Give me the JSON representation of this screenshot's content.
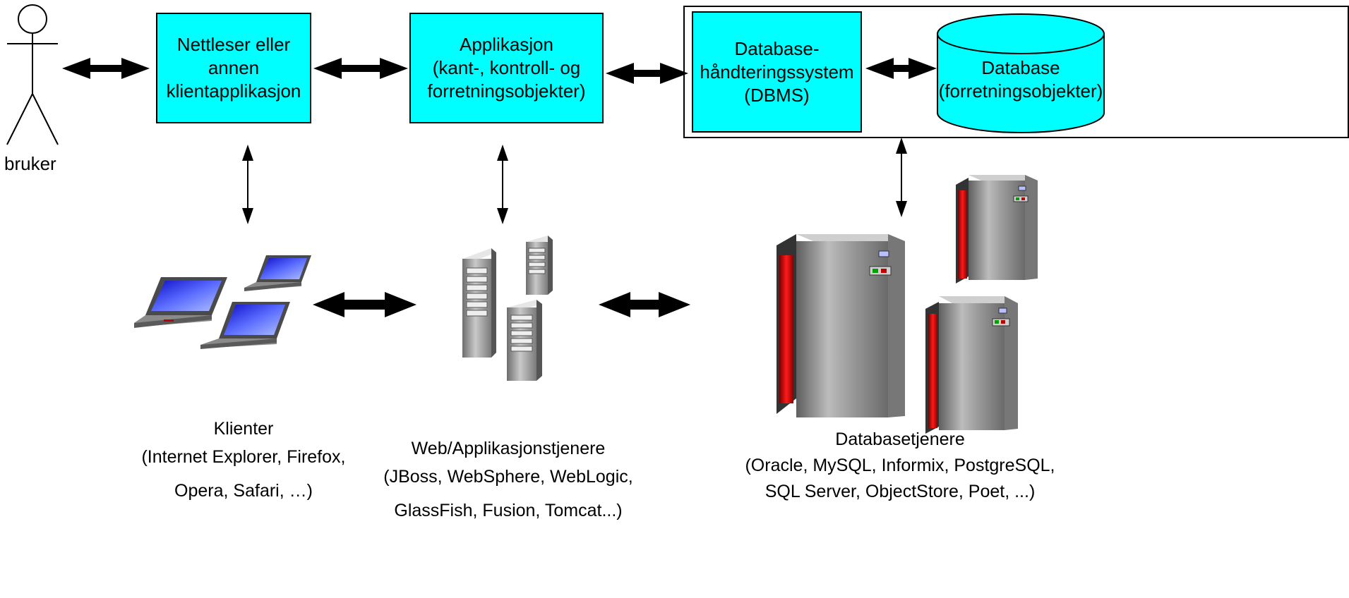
{
  "actor": {
    "label": "bruker"
  },
  "boxes": {
    "browser": {
      "lines": [
        "Nettleser eller",
        "annen",
        "klientapplikasjon"
      ]
    },
    "application": {
      "lines": [
        "Applikasjon",
        "(kant-, kontroll- og",
        "forretningsobjekter)"
      ]
    },
    "dbms": {
      "lines": [
        "Database-",
        "håndteringssystem",
        "(DBMS)"
      ]
    },
    "database": {
      "lines": [
        "Database",
        "(forretningsobjekter)"
      ]
    }
  },
  "captions": {
    "clients": {
      "lines": [
        "Klienter",
        "(Internet Explorer, Firefox,",
        "Opera, Safari, …)"
      ]
    },
    "appservers": {
      "lines": [
        "Web/Applikasjonstjenere",
        "(JBoss, WebSphere, WebLogic,",
        "GlassFish, Fusion, Tomcat...)"
      ]
    },
    "dbservers": {
      "lines": [
        "Databasetjenere",
        "(Oracle, MySQL, Informix, PostgreSQL,",
        "SQL Server, ObjectStore, Poet, ...)"
      ]
    }
  },
  "colors": {
    "box_fill": "#00ffff",
    "server_gray": "#a9a9a9",
    "mainframe_red": "#e00000",
    "laptop_screen": "#2a2ae8"
  }
}
